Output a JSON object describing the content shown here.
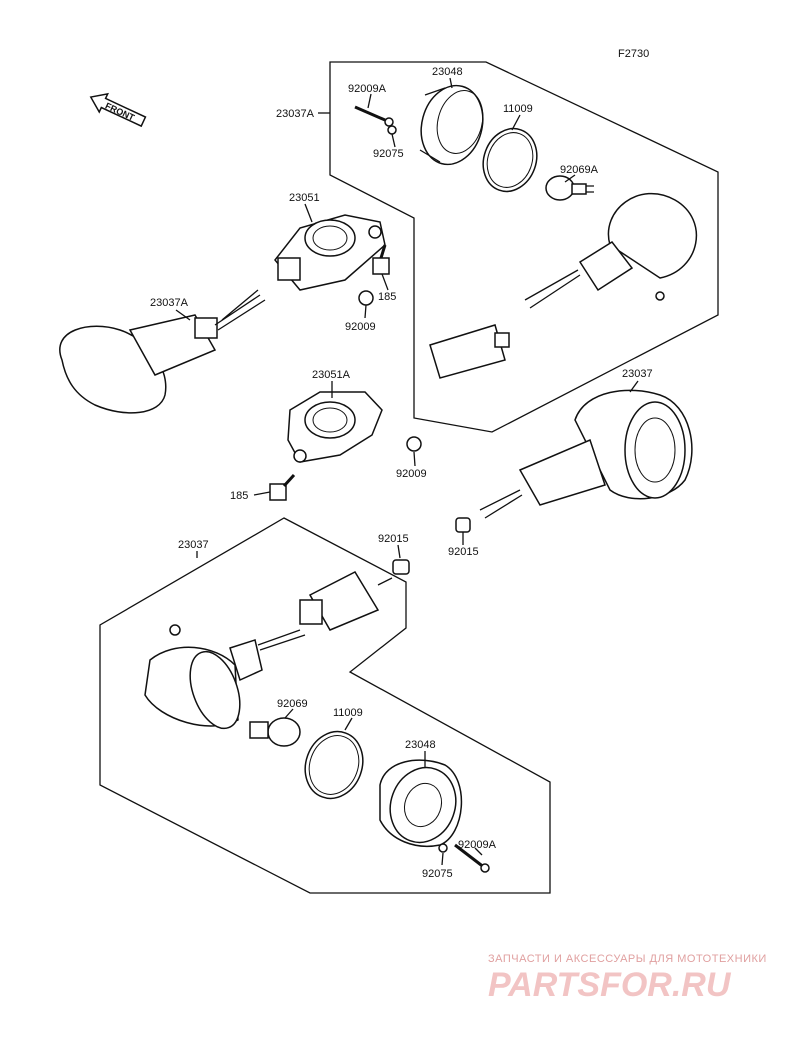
{
  "figure_code": "F2730",
  "front_label": "FRONT",
  "parts": {
    "p23048_top": "23048",
    "p92009A_top": "92009A",
    "p23037A_top": "23037A",
    "p11009_top": "11009",
    "p92075_top": "92075",
    "p92069A": "92069A",
    "p23051": "23051",
    "p185_top": "185",
    "p92009_top": "92009",
    "p23037A_left": "23037A",
    "p23051A": "23051A",
    "p23037_right": "23037",
    "p92009_mid": "92009",
    "p185_mid": "185",
    "p92015_right": "92015",
    "p23037_bottom": "23037",
    "p92015_bottom": "92015",
    "p92069": "92069",
    "p11009_bottom": "11009",
    "p23048_bottom": "23048",
    "p92009A_bottom": "92009A",
    "p92075_bottom": "92075"
  },
  "watermark": {
    "subtitle": "ЗАПЧАСТИ И АКСЕССУАРЫ ДЛЯ МОТОТЕХНИКИ",
    "logo": "PARTSFOR.RU"
  }
}
